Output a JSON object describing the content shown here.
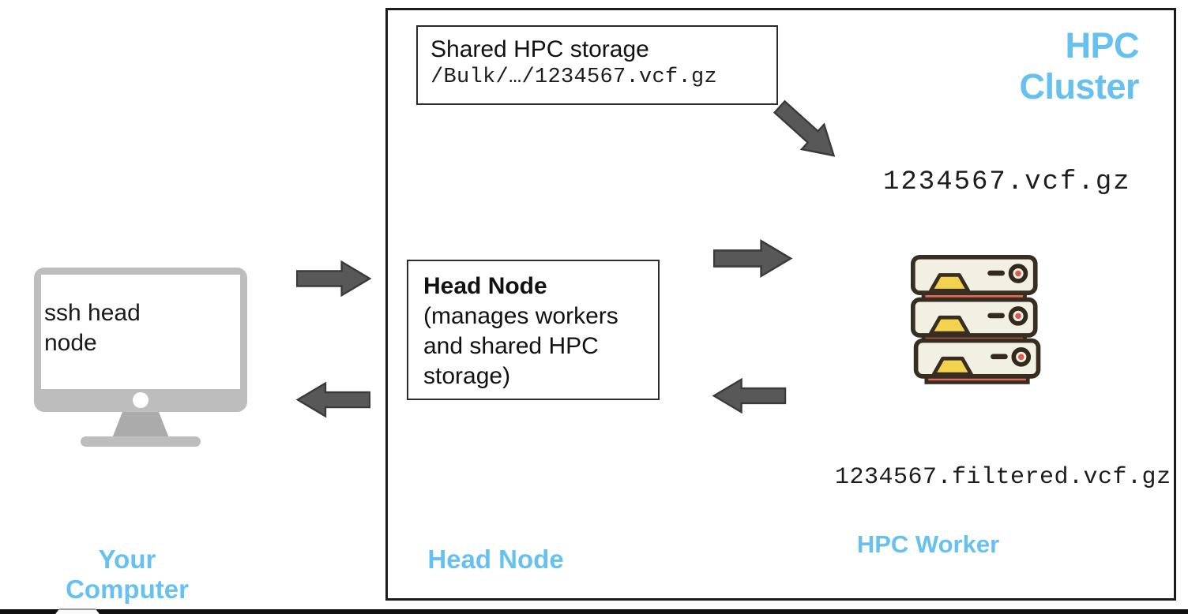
{
  "diagram": {
    "cluster": {
      "title": "HPC Cluster"
    },
    "your_computer": {
      "label": "Your Computer",
      "screen_text": "ssh head node"
    },
    "head_node": {
      "label": "Head Node",
      "box_title": "Head Node",
      "box_body": "(manages workers and shared HPC storage)"
    },
    "shared_storage": {
      "title": "Shared HPC storage",
      "path": "/Bulk/…/1234567.vcf.gz"
    },
    "hpc_worker": {
      "label": "HPC Worker",
      "input_file": "1234567.vcf.gz",
      "output_file": "1234567.filtered.vcf.gz"
    },
    "colors": {
      "accent_blue": "#67C1F0",
      "arrow_gray": "#585858",
      "arrow_outline": "#3a3a3a",
      "monitor_gray": "#BDBDBD",
      "server_cream": "#F2EFE3",
      "server_outline": "#372D21",
      "server_red": "#E0695A",
      "server_yellow": "#F2D24E",
      "bottom_bar_black": "#0f0f0f"
    }
  }
}
